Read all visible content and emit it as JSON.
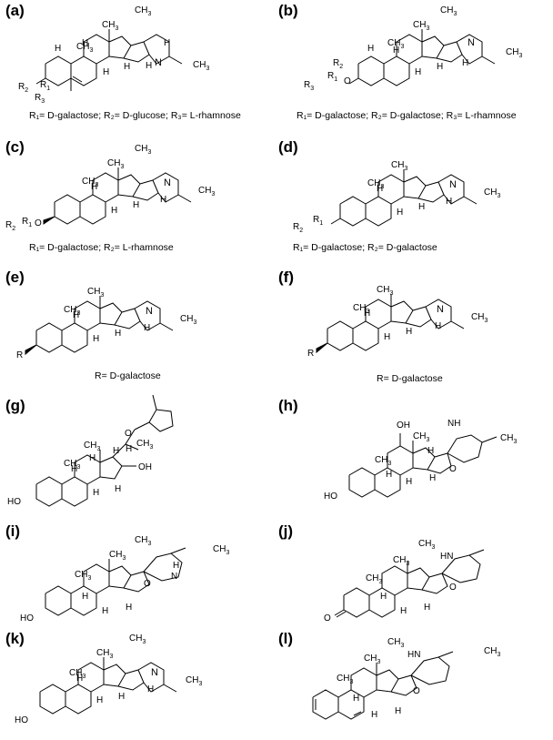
{
  "panels": [
    {
      "label": "(a)",
      "caption": "R₁= D-galactose; R₂= D-glucose; R₃= L-rhamnose"
    },
    {
      "label": "(b)",
      "caption": "R₁= D-galactose; R₂= D-galactose; R₃= L-rhamnose"
    },
    {
      "label": "(c)",
      "caption": "R₁= D-galactose; R₂= L-rhamnose"
    },
    {
      "label": "(d)",
      "caption": "R₁= D-galactose; R₂= D-galactose"
    },
    {
      "label": "(e)",
      "caption": "R= D-galactose"
    },
    {
      "label": "(f)",
      "caption": "R= D-galactose"
    },
    {
      "label": "(g)",
      "caption": ""
    },
    {
      "label": "(h)",
      "caption": ""
    },
    {
      "label": "(i)",
      "caption": ""
    },
    {
      "label": "(j)",
      "caption": ""
    },
    {
      "label": "(k)",
      "caption": ""
    },
    {
      "label": "(l)",
      "caption": ""
    }
  ],
  "atoms": {
    "h": "H",
    "n": "N",
    "nh": "NH",
    "hn": "HN",
    "o": "O",
    "oh": "OH",
    "ho": "HO",
    "me": "CH",
    "me_sub": "3",
    "r": "R",
    "r1": "R",
    "r1_sub": "1",
    "r2": "R",
    "r2_sub": "2",
    "r3": "R",
    "r3_sub": "3"
  }
}
